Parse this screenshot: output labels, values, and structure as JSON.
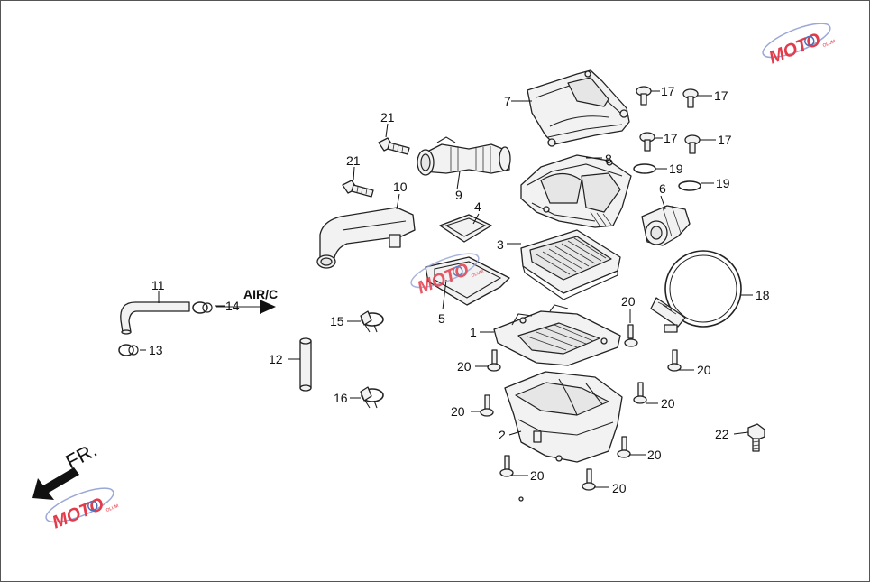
{
  "diagram": {
    "labels": {
      "p1": "1",
      "p2": "2",
      "p3": "3",
      "p4": "4",
      "p5": "5",
      "p6": "6",
      "p7": "7",
      "p8": "8",
      "p9": "9",
      "p10": "10",
      "p11": "11",
      "p12": "12",
      "p13": "13",
      "p14": "14",
      "p15": "15",
      "p16": "16",
      "p17": "17",
      "p18": "18",
      "p19": "19",
      "p20": "20",
      "p21": "21",
      "p22": "22"
    },
    "air_c_label": "AIR/C",
    "front_label": "FR."
  },
  "watermark": {
    "text": "MOTO",
    "subtext": "OLUM",
    "colors": {
      "primary": "#e43b4b",
      "secondary": "#4c6fb8",
      "ring": "#9aa8d8"
    }
  }
}
